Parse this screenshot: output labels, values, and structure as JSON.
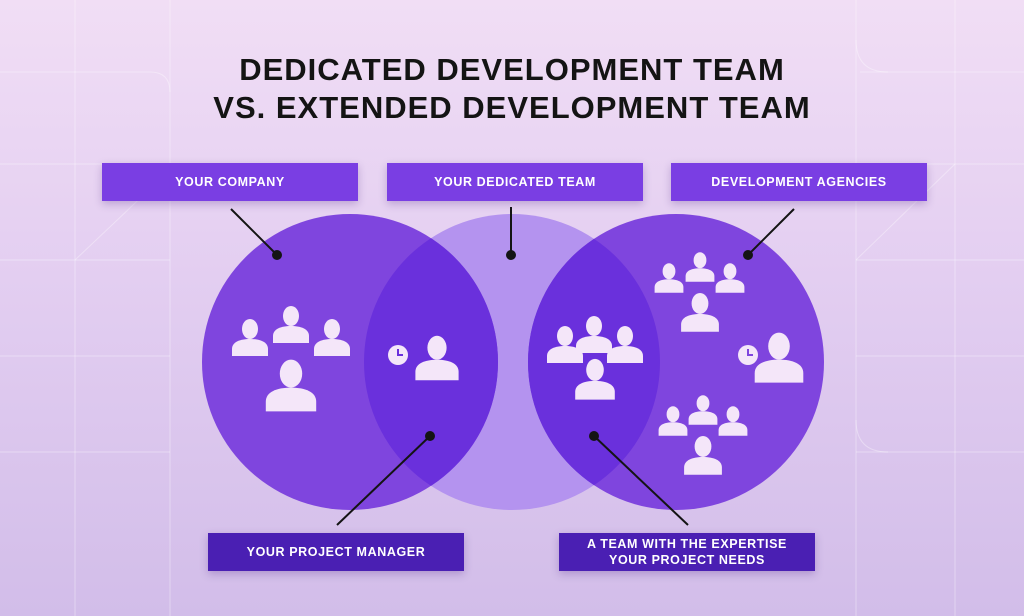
{
  "title": {
    "line1": "DEDICATED DEVELOPMENT TEAM",
    "line2": "VS. EXTENDED DEVELOPMENT TEAM"
  },
  "labels": {
    "your_company": "YOUR COMPANY",
    "your_dedicated_team": "YOUR DEDICATED TEAM",
    "development_agencies": "DEVELOPMENT AGENCIES",
    "your_project_manager": "YOUR PROJECT MANAGER",
    "expertise_line1": "A TEAM WITH THE EXPERTISE",
    "expertise_line2": "YOUR PROJECT NEEDS"
  },
  "icons": [
    "person-icon",
    "clock-icon"
  ],
  "colors": {
    "left_circle": "#7f45de",
    "middle_circle": "#b493ef",
    "right_circle": "#7f45de",
    "overlap": "#6a30dc",
    "top_label_bg": "#7a3ee3",
    "bottom_label_bg": "#4a1fb3",
    "person": "#f4e6f9"
  }
}
